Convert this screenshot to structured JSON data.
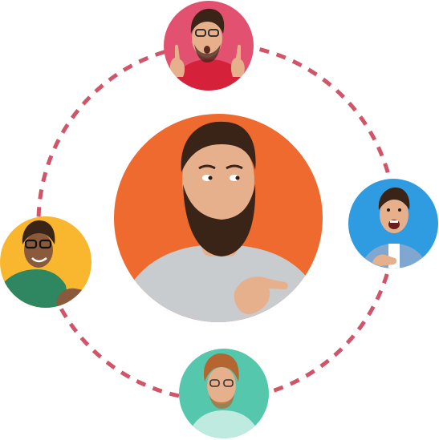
{
  "colors": {
    "ring_dash": "#d05568",
    "center_bg": "#ee6a2e",
    "top_bg": "#e2516f",
    "left_bg": "#f8b72f",
    "right_bg": "#2f9be0",
    "bottom_bg": "#55c7ad",
    "skin": "#e7b08d",
    "skin_shadow": "#c98a68",
    "hair_dark": "#3a2418",
    "hair_ginger": "#b5652f",
    "shirt_grey": "#c9ccce",
    "shirt_red": "#d5213a",
    "shirt_green": "#2e8760",
    "shirt_denim": "#7fa7cf",
    "shirt_mint": "#bfeadf"
  },
  "avatars": [
    {
      "id": "center",
      "icon": "bearded-man-pointing"
    },
    {
      "id": "top",
      "icon": "man-glasses-pointing-up"
    },
    {
      "id": "left",
      "icon": "man-glasses-shrugging"
    },
    {
      "id": "right",
      "icon": "man-excited-smiling"
    },
    {
      "id": "bottom",
      "icon": "ginger-man-glasses"
    }
  ]
}
